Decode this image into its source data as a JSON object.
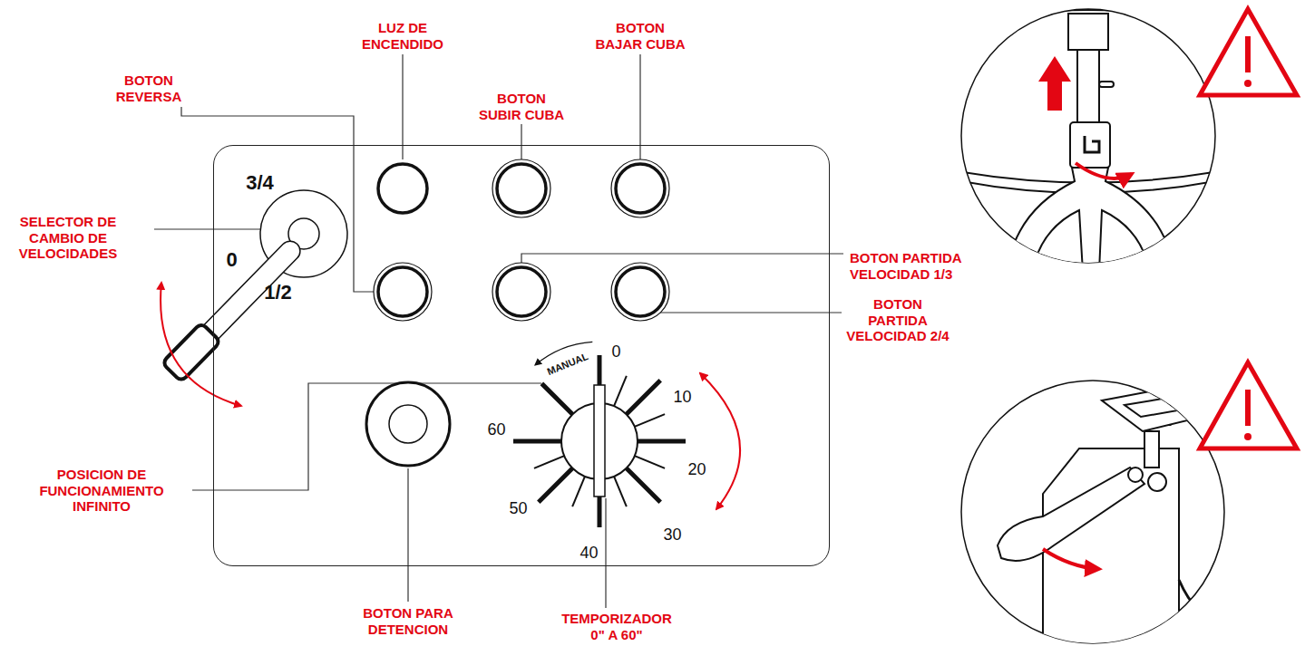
{
  "diagram": {
    "nodes": [
      {
        "text": [
          "3/4",
          "0",
          "1/2",
          "MANUAL",
          "0",
          "10",
          "20",
          "30",
          "40",
          "50",
          "60"
        ]
      }
    ],
    "labels": [
      "BOTON REVERSA",
      "LUZ DE ENCENDIDO",
      "BOTON SUBIR CUBA",
      "BOTON BAJAR CUBA",
      "SELECTOR DE CAMBIO DE VELOCIDADES",
      "BOTON PARTIDA VELOCIDAD 1/3",
      "BOTON PARTIDA VELOCIDAD 2/4",
      "POSICION DE FUNCIONAMIENTO INFINITO",
      "BOTON PARA DETENCION",
      "TEMPORIZADOR 0\" A 60\""
    ]
  }
}
